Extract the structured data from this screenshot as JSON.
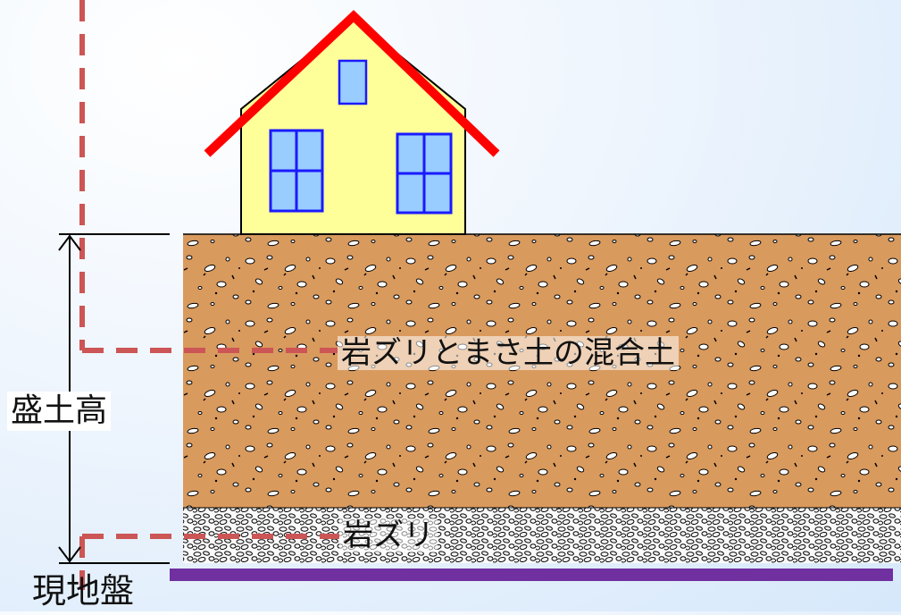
{
  "labels": {
    "mixed_fill": "岩ズリとまさ土の混合土",
    "crushed_rock": "岩ズリ",
    "fill_height": "盛土高",
    "original_ground": "現地盤"
  },
  "colors": {
    "fill_soil": "#d99a5e",
    "roof": "#ff0000",
    "house_wall": "#ffff99",
    "window": "#99ccff",
    "window_frame": "#1a1aff",
    "leader_dash": "#cc5555",
    "ground_line": "#7030a0"
  }
}
